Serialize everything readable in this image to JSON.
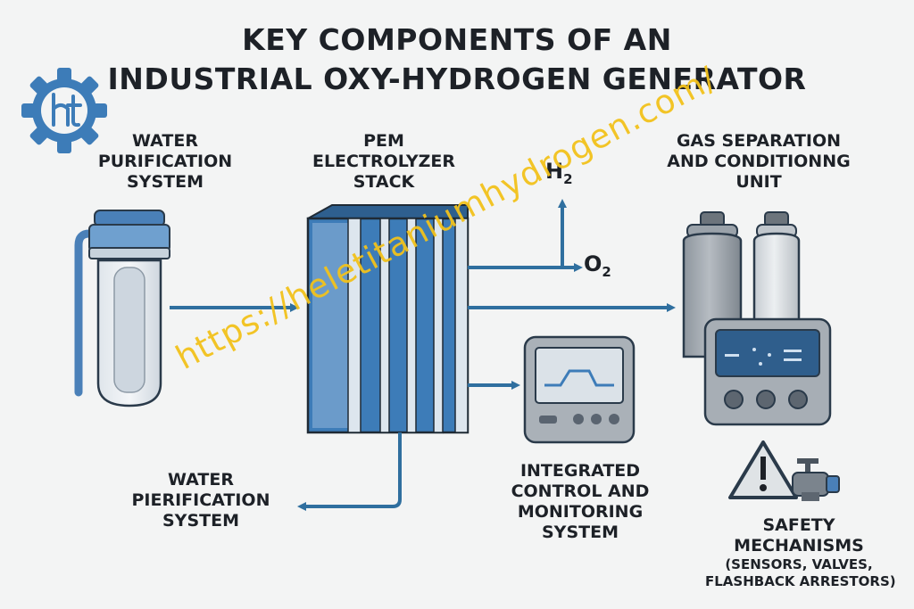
{
  "title": {
    "line1": "KEY COMPONENTS OF AN",
    "line2": "INDUSTRIAL OXY-HYDROGEN GENERATOR"
  },
  "components": {
    "water_purification": {
      "lines": [
        "WATER",
        "PURIFICATION",
        "SYSTEM"
      ]
    },
    "pem_stack": {
      "lines": [
        "PEM",
        "ELECTROLYZER",
        "STACK"
      ]
    },
    "gas_separation": {
      "lines": [
        "GAS SEPARATION",
        "AND CONDITIONNG",
        "UNIT"
      ]
    },
    "water_outlet": {
      "lines": [
        "WATER",
        "PIERIFICATION",
        "SYSTEM"
      ]
    },
    "control": {
      "lines": [
        "INTEGRATED",
        "CONTROL AND",
        "MONITORING",
        "SYSTEM"
      ]
    },
    "safety": {
      "lines": [
        "SAFETY",
        "MECHANISMS"
      ],
      "detail_lines": [
        "(SENSORS,  VALVES,",
        "FLASHBACK ARRESTORS)"
      ]
    }
  },
  "outputs": {
    "h2": {
      "base": "H",
      "sub": "2"
    },
    "o2": {
      "base": "O",
      "sub": "2"
    }
  },
  "watermark": "https://heletitaniumhydrogen.com/",
  "colors": {
    "arrow": "#2f6f9f",
    "stack_blue": "#3d7cb8",
    "accent_blue": "#4a80b8",
    "watermark": "#f2c21c"
  },
  "icons": [
    "logo-gear-icon",
    "warning-icon",
    "valve-icon"
  ]
}
